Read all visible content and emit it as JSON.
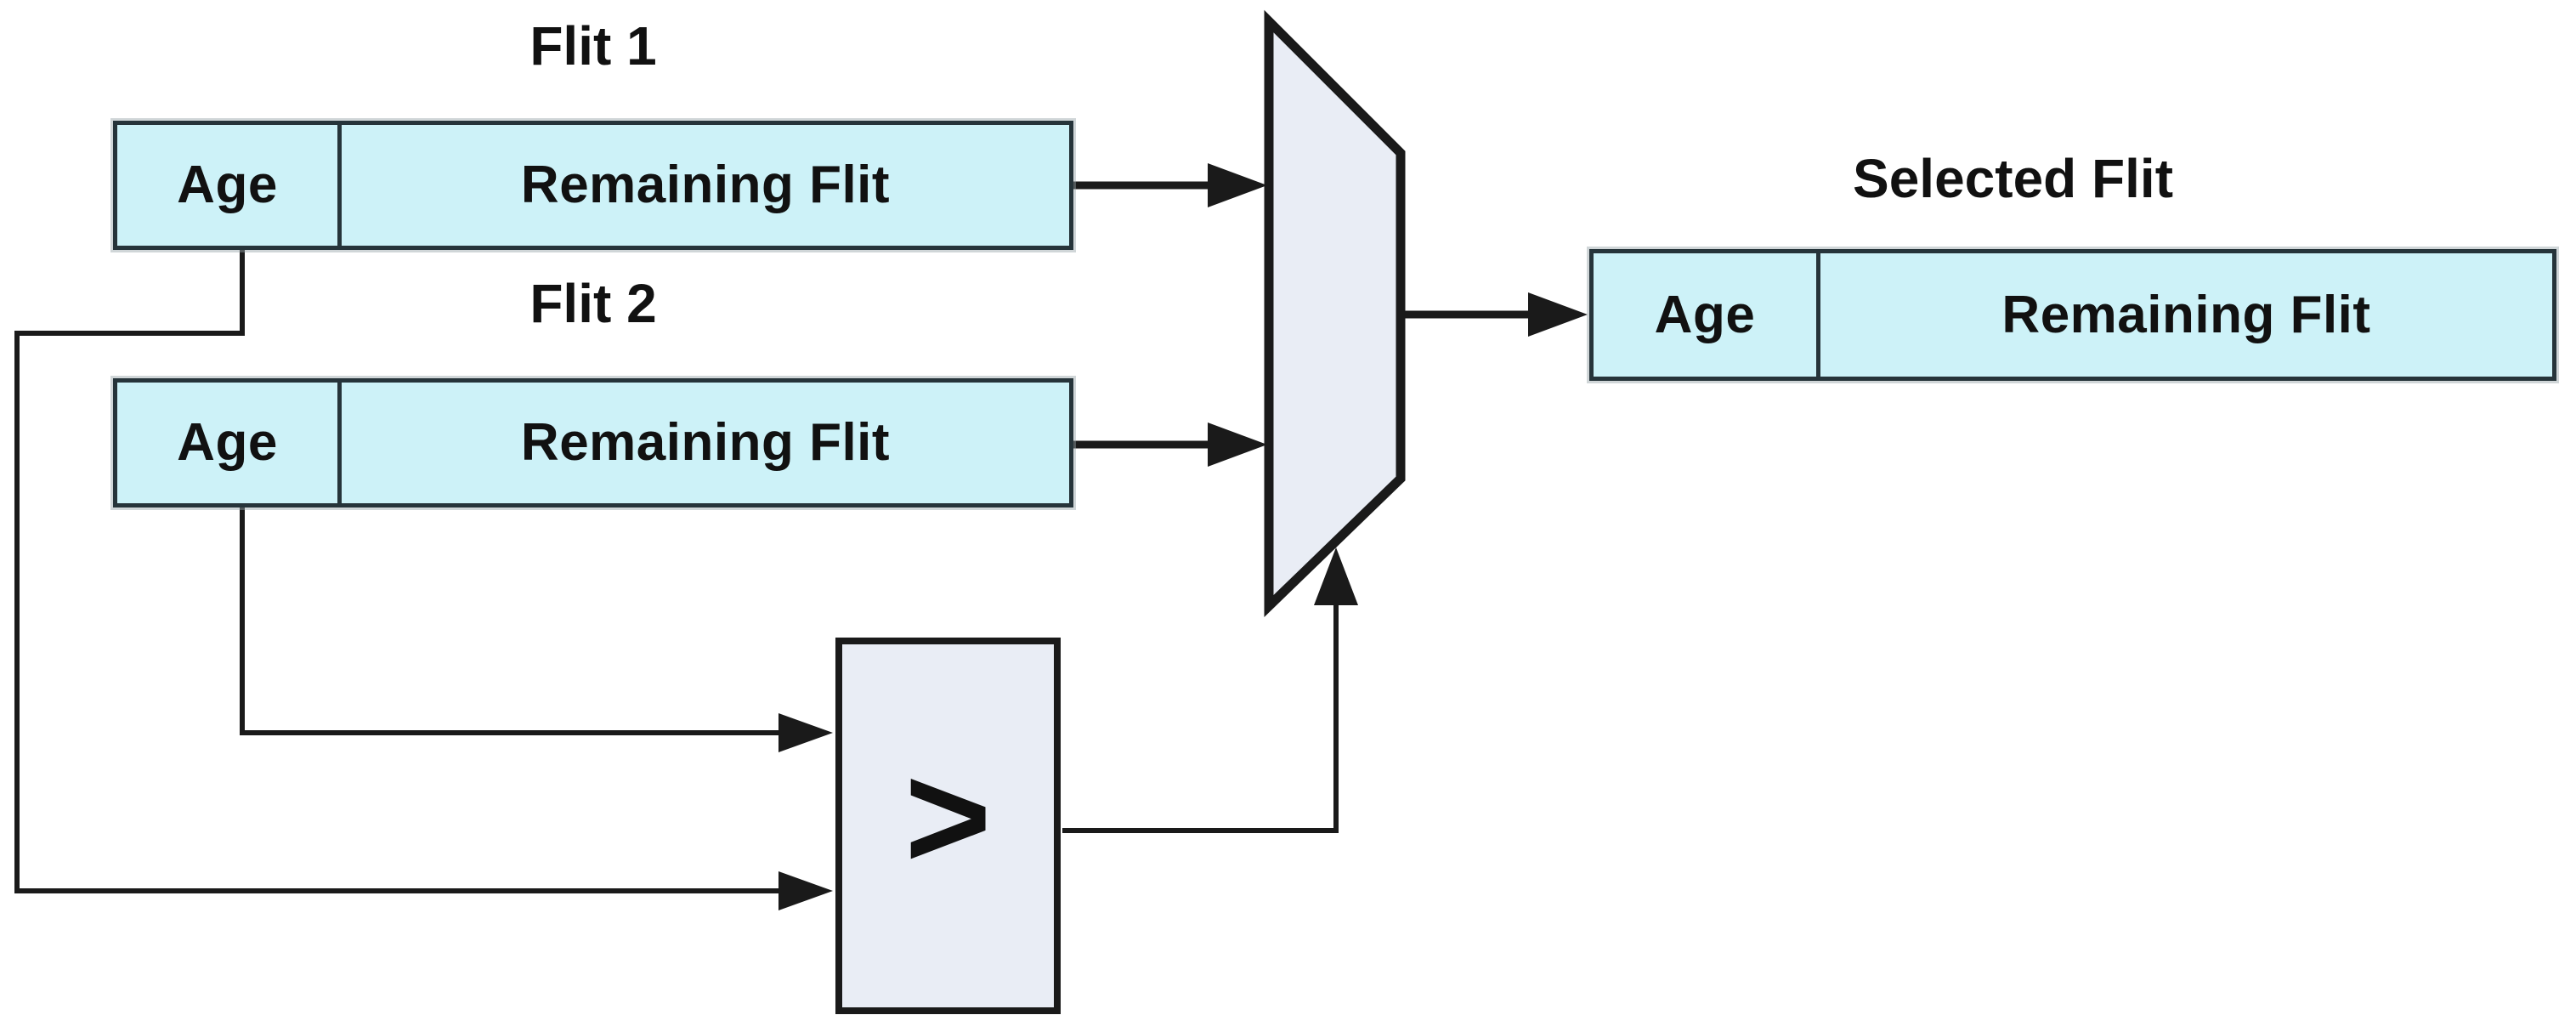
{
  "boxes": {
    "flit1": {
      "title": "Flit 1",
      "age": "Age",
      "remaining": "Remaining Flit"
    },
    "flit2": {
      "title": "Flit 2",
      "age": "Age",
      "remaining": "Remaining Flit"
    },
    "selected": {
      "title": "Selected Flit",
      "age": "Age",
      "remaining": "Remaining Flit"
    }
  },
  "comparator": {
    "symbol": ">"
  },
  "colors": {
    "flit_fill": "#cdf2f8",
    "block_fill": "#e9edf5",
    "line": "#1a1a1a",
    "box_border": "#26343a",
    "text": "#111111",
    "background": "#ffffff"
  }
}
